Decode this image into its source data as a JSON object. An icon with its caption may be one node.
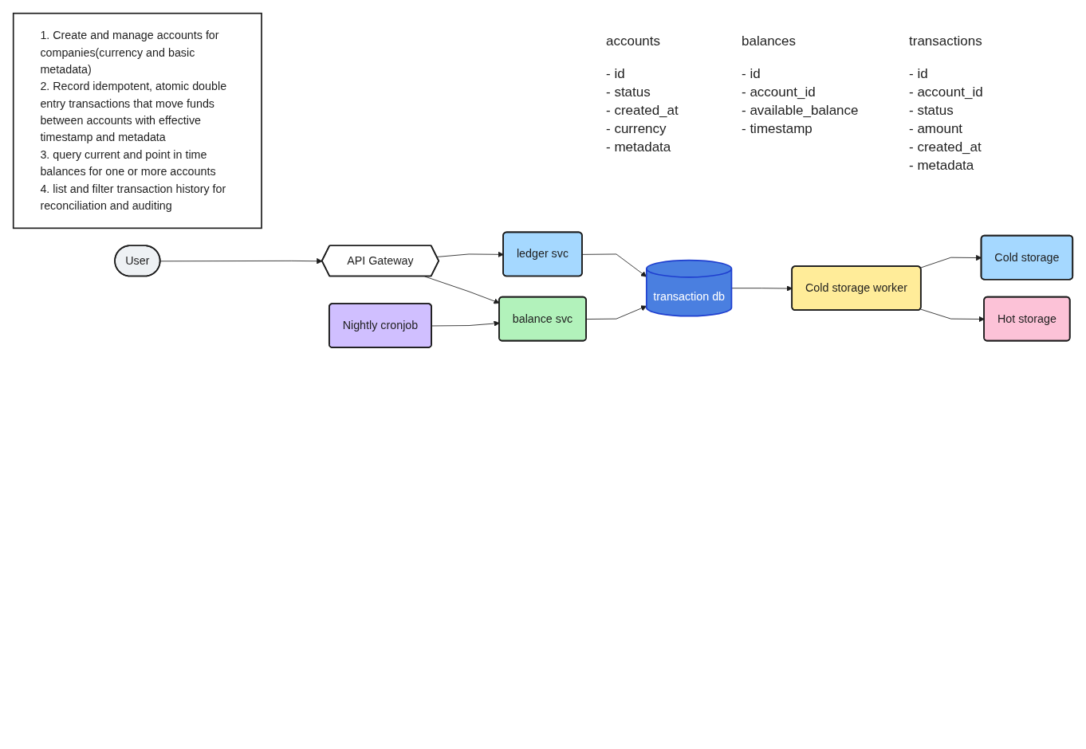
{
  "diagram": {
    "nodes": [
      {
        "text": [
          "1. Create and manage accounts for companies(currency and basic metadata)",
          "2. Record idempotent, atomic double entry transactions that move funds between accounts with effective timestamp and metadata",
          "3. query current and point in time balances for one or more accounts",
          "4. list and filter transaction history for reconciliation and auditing"
        ]
      },
      {
        "text": [
          "User"
        ]
      },
      {
        "text": [
          "API Gateway"
        ]
      },
      {
        "text": [
          "ledger svc"
        ]
      },
      {
        "text": [
          "transaction db"
        ]
      },
      {
        "text": [
          "balance svc"
        ]
      },
      {
        "text": [
          "Cold storage worker"
        ]
      },
      {
        "text": [
          "Nightly cronjob"
        ]
      },
      {
        "text": [
          "Cold storage"
        ]
      },
      {
        "text": [
          "Hot storage"
        ]
      }
    ],
    "edges": [
      {
        "from": 1,
        "to": 2,
        "arrow": "to"
      },
      {
        "from": 2,
        "to": 3,
        "arrow": "to"
      },
      {
        "from": 2,
        "to": 5,
        "arrow": "to"
      },
      {
        "from": 3,
        "to": 4,
        "arrow": "to"
      },
      {
        "from": 5,
        "to": 4,
        "arrow": "to"
      },
      {
        "from": 7,
        "to": 5,
        "arrow": "to"
      },
      {
        "from": 4,
        "to": 6,
        "arrow": "to"
      },
      {
        "from": 6,
        "to": 8,
        "arrow": "to"
      },
      {
        "from": 6,
        "to": 9,
        "arrow": "to"
      }
    ],
    "labels": [
      "accounts",
      "- id",
      "- status",
      "- created_at",
      "- currency",
      "- metadata",
      "balances",
      "- id",
      "- account_id",
      "- available_balance",
      "- timestamp",
      "transactions",
      "- id",
      "- account_id",
      "- status",
      "- amount",
      "- created_at",
      "- metadata"
    ]
  }
}
